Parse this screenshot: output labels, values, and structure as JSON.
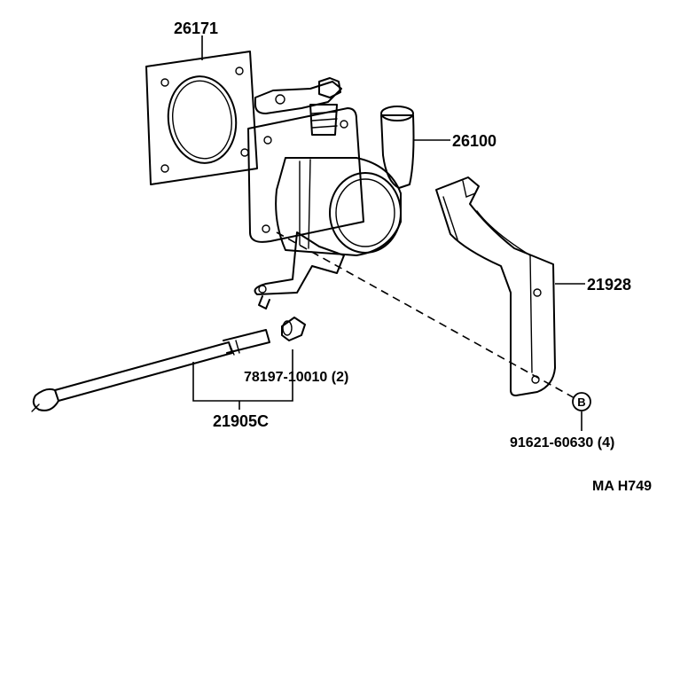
{
  "parts": {
    "gasket": "26171",
    "throttle_body": "26100",
    "bracket": "21928",
    "sensor_cable": "21905C",
    "fitting": "78197-10010 (2)",
    "bolt": "91621-60630 (4)",
    "bolt_marker": "B"
  },
  "footer": {
    "code": "MA H749"
  }
}
